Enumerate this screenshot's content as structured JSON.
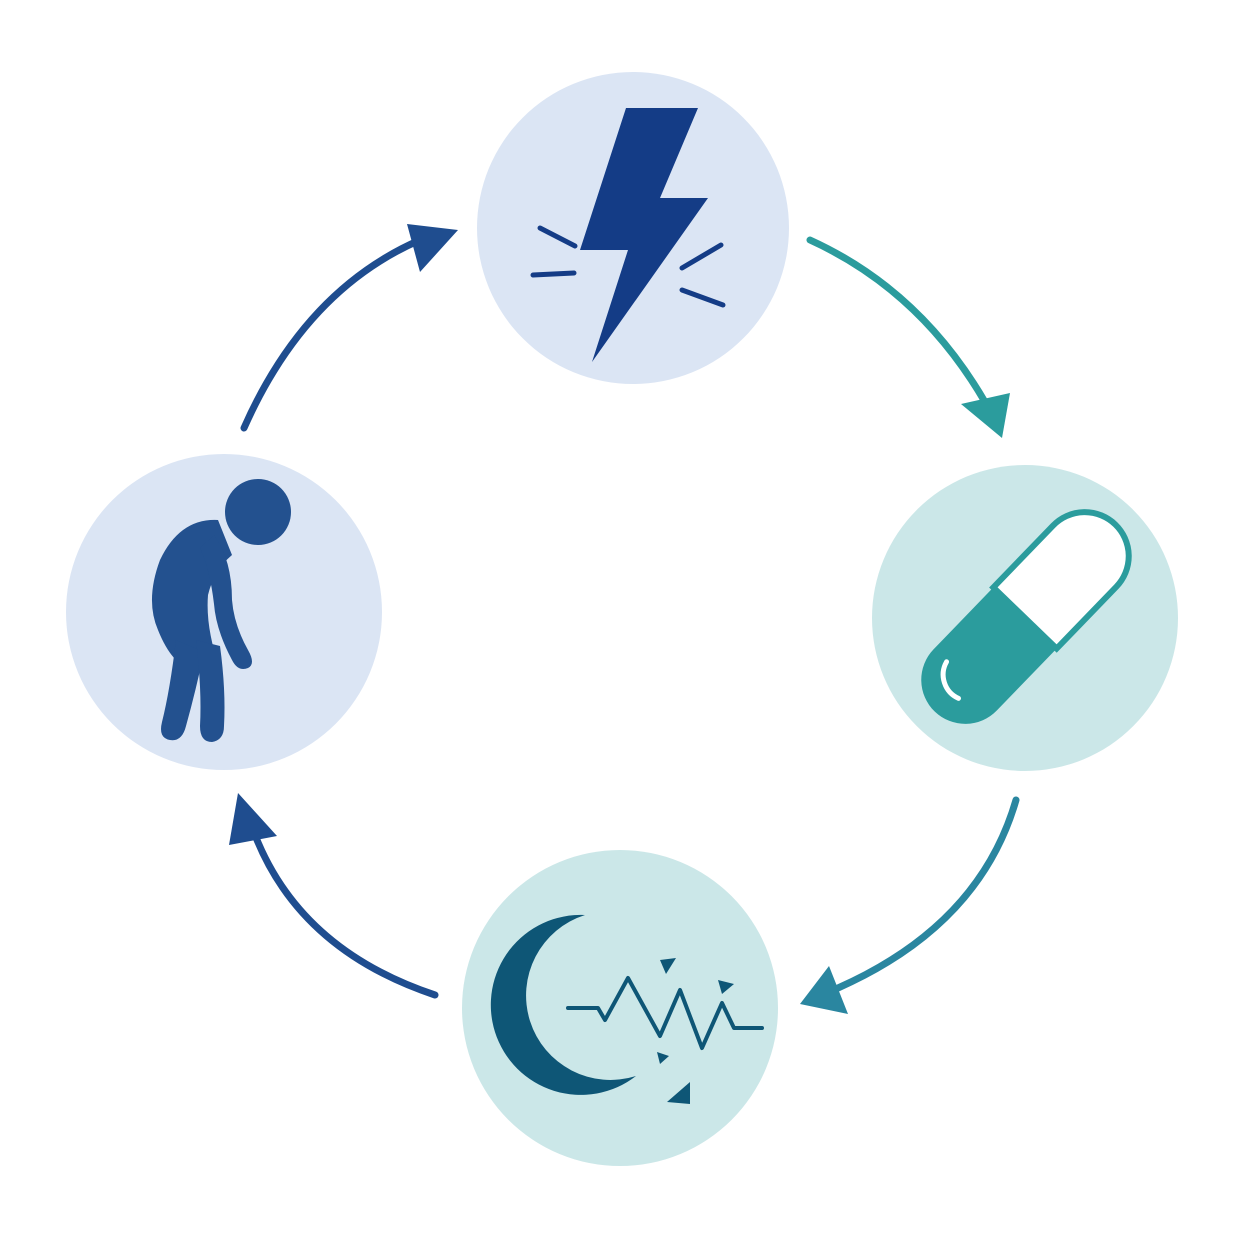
{
  "diagram": {
    "type": "cycle",
    "direction": "clockwise",
    "background": "#ffffff",
    "nodes": [
      {
        "id": "pain",
        "position": "top",
        "icon": "lightning-bolt-pain-icon",
        "circle_color": "#dbe5f4",
        "icon_color": "#143c86"
      },
      {
        "id": "medication",
        "position": "right",
        "icon": "capsule-pill-icon",
        "circle_color": "#cbe7e8",
        "icon_color": "#2b9c9d"
      },
      {
        "id": "poor-sleep",
        "position": "bottom",
        "icon": "moon-disrupted-sleep-icon",
        "circle_color": "#cbe7e8",
        "icon_color": "#0e5676"
      },
      {
        "id": "fatigue",
        "position": "left",
        "icon": "hunched-tired-person-icon",
        "circle_color": "#dbe5f4",
        "icon_color": "#23518f"
      }
    ],
    "arrows": [
      {
        "from": "pain",
        "to": "medication",
        "color": "#1f4d8f"
      },
      {
        "from": "medication",
        "to": "poor-sleep",
        "color": "#2b9c9d"
      },
      {
        "from": "poor-sleep",
        "to": "fatigue",
        "color": "#2a86a0"
      },
      {
        "from": "fatigue",
        "to": "pain",
        "color": "#1f4d8f"
      }
    ]
  }
}
